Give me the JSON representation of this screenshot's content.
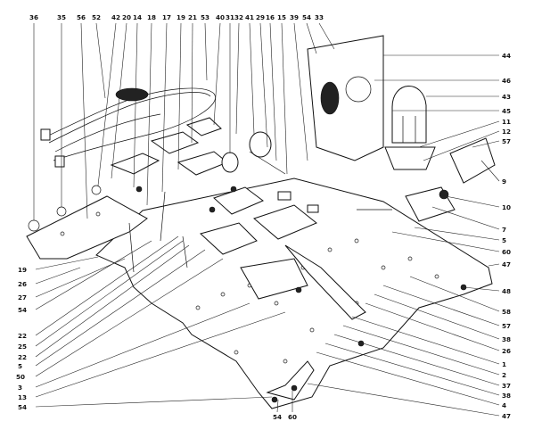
{
  "callouts": {
    "top": [
      "36",
      "35",
      "56",
      "52",
      "42",
      "20",
      "14",
      "18",
      "17",
      "19",
      "21",
      "53",
      "40",
      "31",
      "32",
      "41",
      "29",
      "16",
      "15",
      "39",
      "54",
      "33"
    ],
    "right": [
      "44",
      "46",
      "43",
      "45",
      "11",
      "12",
      "57",
      "9",
      "10",
      "7",
      "5",
      "60",
      "47",
      "48",
      "58",
      "57",
      "38",
      "26",
      "1",
      "2",
      "37",
      "38",
      "4",
      "47"
    ],
    "left": [
      "19",
      "26",
      "27",
      "54",
      "22",
      "25",
      "22",
      "5",
      "50",
      "3",
      "13",
      "54"
    ],
    "bottom": [
      "54",
      "60"
    ]
  }
}
